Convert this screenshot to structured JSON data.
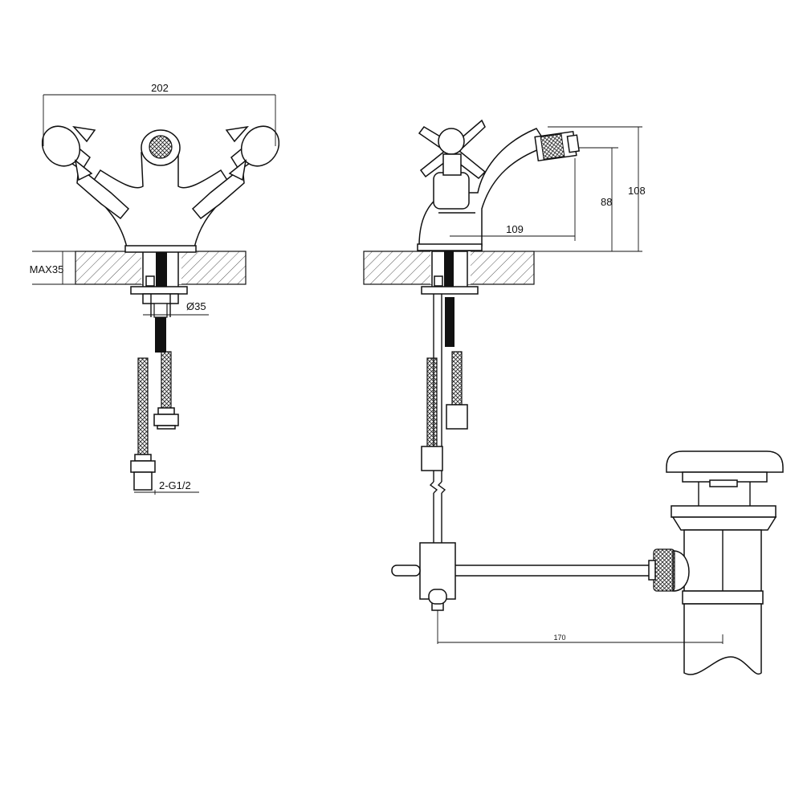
{
  "dimensions": {
    "front_width": "202",
    "max_thickness": "MAX35",
    "hole_diameter": "Ø35",
    "inlet_thread": "2-G1/2",
    "side_reach": "109",
    "spray_height": "88",
    "total_height": "108",
    "waste_offset": "170"
  },
  "colors": {
    "line": "#111111",
    "background": "#ffffff"
  }
}
